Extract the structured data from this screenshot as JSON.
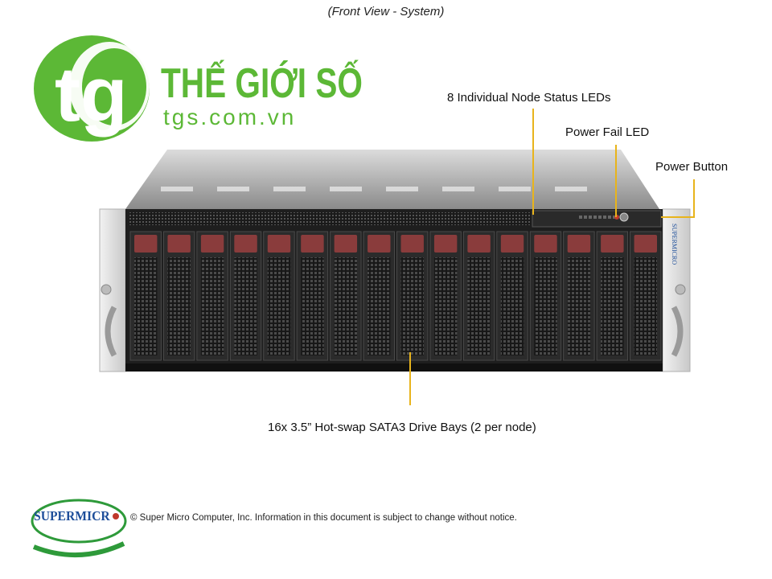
{
  "caption": "(Front View - System)",
  "watermark": {
    "logo_letters": "tg",
    "brand": "THẾ GIỚI SỐ",
    "domain": "tgs.com.vn",
    "color": "#5cb836"
  },
  "callouts": {
    "status_leds": "8 Individual Node Status LEDs",
    "power_fail_led": "Power Fail LED",
    "power_button": "Power Button",
    "drive_bays": "16x 3.5” Hot-swap SATA3 Drive Bays (2 per node)",
    "line_color": "#e8b41c"
  },
  "chassis": {
    "bay_count": 16,
    "side_label": "SUPERMICRO"
  },
  "footer": {
    "logo_text": "SUPERMICR",
    "notice": "© Super Micro Computer, Inc. Information in this document is subject to change without notice."
  }
}
